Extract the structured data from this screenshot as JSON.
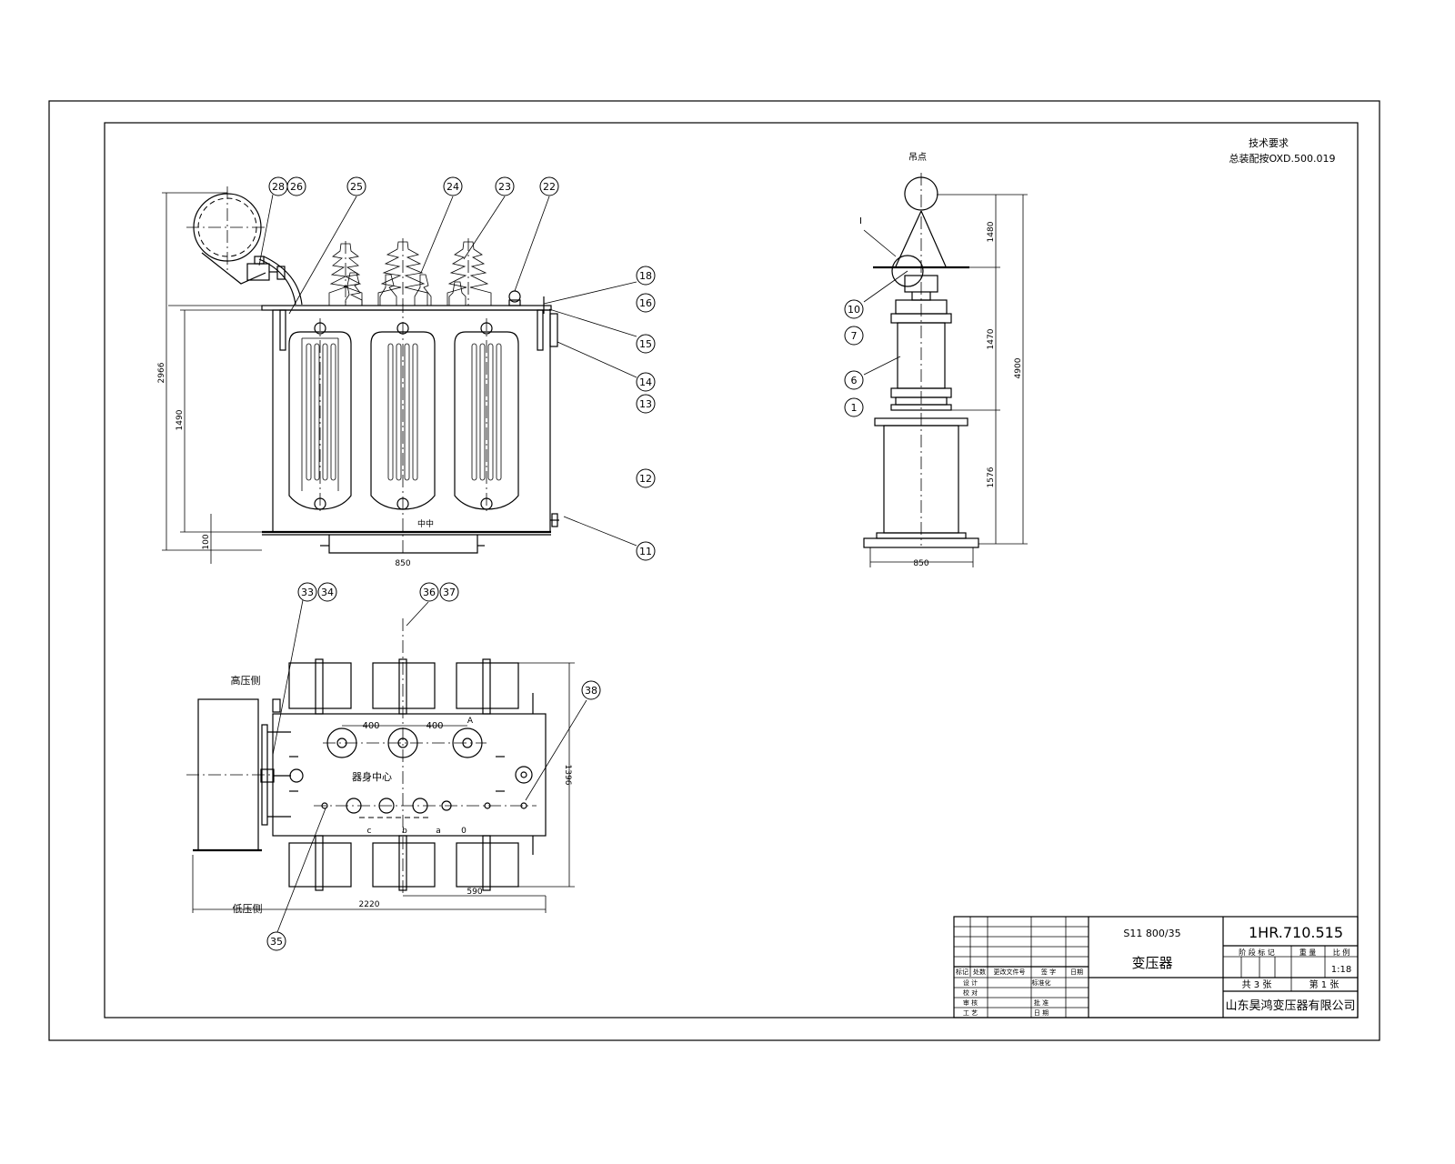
{
  "notes": {
    "tech_req": "技术要求",
    "assembly": "总装配按OXD.500.019"
  },
  "front_view": {
    "dims": {
      "total_height": "2966",
      "body_height": "1490",
      "base_height": "100",
      "base_width": "850"
    },
    "label_center": "中中"
  },
  "plan_view": {
    "hv_side": "高压侧",
    "lv_side": "低压侧",
    "body_center": "器身中心",
    "spacing_left": "400",
    "spacing_right": "400",
    "phase_a": "A",
    "lv_c": "c",
    "lv_b": "b",
    "lv_a": "a",
    "lv_0": "0",
    "depth": "1396",
    "offset": "590",
    "width": "2220"
  },
  "side_view": {
    "lifting": "吊点",
    "detail": "I",
    "dim_top": "1480",
    "dim_mid": "1470",
    "dim_bottom": "1576",
    "dim_total": "4900",
    "dim_width": "850"
  },
  "balloons": [
    {
      "name": "balloon-28",
      "text": "28"
    },
    {
      "name": "balloon-26",
      "text": "26"
    },
    {
      "name": "balloon-25",
      "text": "25"
    },
    {
      "name": "balloon-24",
      "text": "24"
    },
    {
      "name": "balloon-23",
      "text": "23"
    },
    {
      "name": "balloon-22",
      "text": "22"
    },
    {
      "name": "balloon-18",
      "text": "18"
    },
    {
      "name": "balloon-16",
      "text": "16"
    },
    {
      "name": "balloon-15",
      "text": "15"
    },
    {
      "name": "balloon-14",
      "text": "14"
    },
    {
      "name": "balloon-13",
      "text": "13"
    },
    {
      "name": "balloon-12",
      "text": "12"
    },
    {
      "name": "balloon-11",
      "text": "11"
    },
    {
      "name": "balloon-33",
      "text": "33"
    },
    {
      "name": "balloon-34",
      "text": "34"
    },
    {
      "name": "balloon-36",
      "text": "36"
    },
    {
      "name": "balloon-37",
      "text": "37"
    },
    {
      "name": "balloon-38",
      "text": "38"
    },
    {
      "name": "balloon-35",
      "text": "35"
    },
    {
      "name": "balloon-10",
      "text": "10"
    },
    {
      "name": "balloon-7",
      "text": "7"
    },
    {
      "name": "balloon-6",
      "text": "6"
    },
    {
      "name": "balloon-1",
      "text": "1"
    }
  ],
  "title_block": {
    "model": "S11 800/35",
    "product": "变压器",
    "drawing_no": "1HR.710.515",
    "stage_mark": "阶 段 标 记",
    "weight": "重 量",
    "scale_label": "比 例",
    "scale": "1:18",
    "total_sheets": "共 3 张",
    "sheet_no": "第 1 张",
    "company": "山东昊鸿变压器有限公司",
    "rev_headers": [
      "标记",
      "处数",
      "更改文件号",
      "签 字",
      "日期"
    ],
    "roles": [
      "设 计",
      "校 对",
      "审 核",
      "工 艺"
    ],
    "roles2": [
      "标准化",
      "",
      "批 准",
      "日 期"
    ]
  }
}
